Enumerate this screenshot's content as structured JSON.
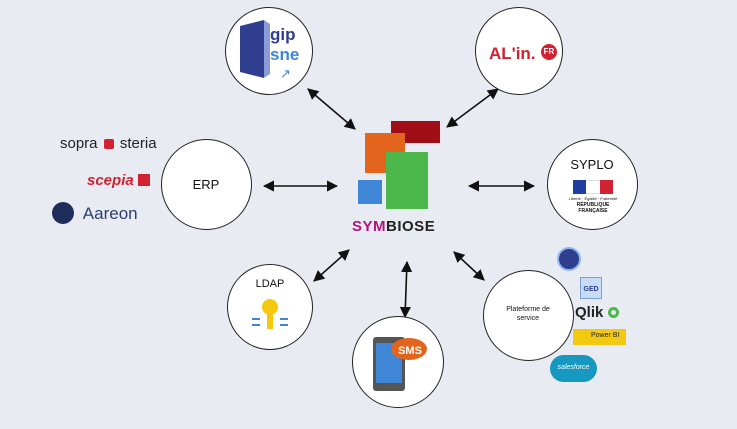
{
  "center": {
    "brand_left": "SYM",
    "brand_right": "BIOSE",
    "colors": {
      "dark_red": "#a00d16",
      "orange": "#e2641d",
      "green": "#4cb74b",
      "blue": "#3f86d6",
      "brand_magenta": "#b0147a",
      "brand_dark": "#222222"
    }
  },
  "nodes": {
    "gip": {
      "icon": "gip-sne-logo",
      "line1": "gip",
      "line2": "sne"
    },
    "alin": {
      "icon": "alin-logo",
      "text": "AL'in.",
      "badge": "FR"
    },
    "erp": {
      "label": "ERP"
    },
    "syplo": {
      "label": "SYPLO",
      "badge_text": "RÉPUBLIQUE FRANÇAISE",
      "badge_motto": "Liberté · Égalité · Fraternité"
    },
    "ldap": {
      "label": "LDAP",
      "icon": "key-icon"
    },
    "sms": {
      "label": "SMS",
      "icon": "phone-sms-icon"
    },
    "plateforme": {
      "label_line1": "Plateforme de",
      "label_line2": "service"
    }
  },
  "erp_vendors": [
    {
      "name": "sopra steria",
      "left": "sopra",
      "right": "steria"
    },
    {
      "name": "scepia",
      "text": "scepia"
    },
    {
      "name": "aareon",
      "text": "Aareon"
    }
  ],
  "service_logos": [
    {
      "name": "ged",
      "text": "GED"
    },
    {
      "name": "qlik",
      "text": "Qlik"
    },
    {
      "name": "power-bi",
      "text": "Power BI"
    },
    {
      "name": "salesforce",
      "text": "salesforce"
    }
  ]
}
